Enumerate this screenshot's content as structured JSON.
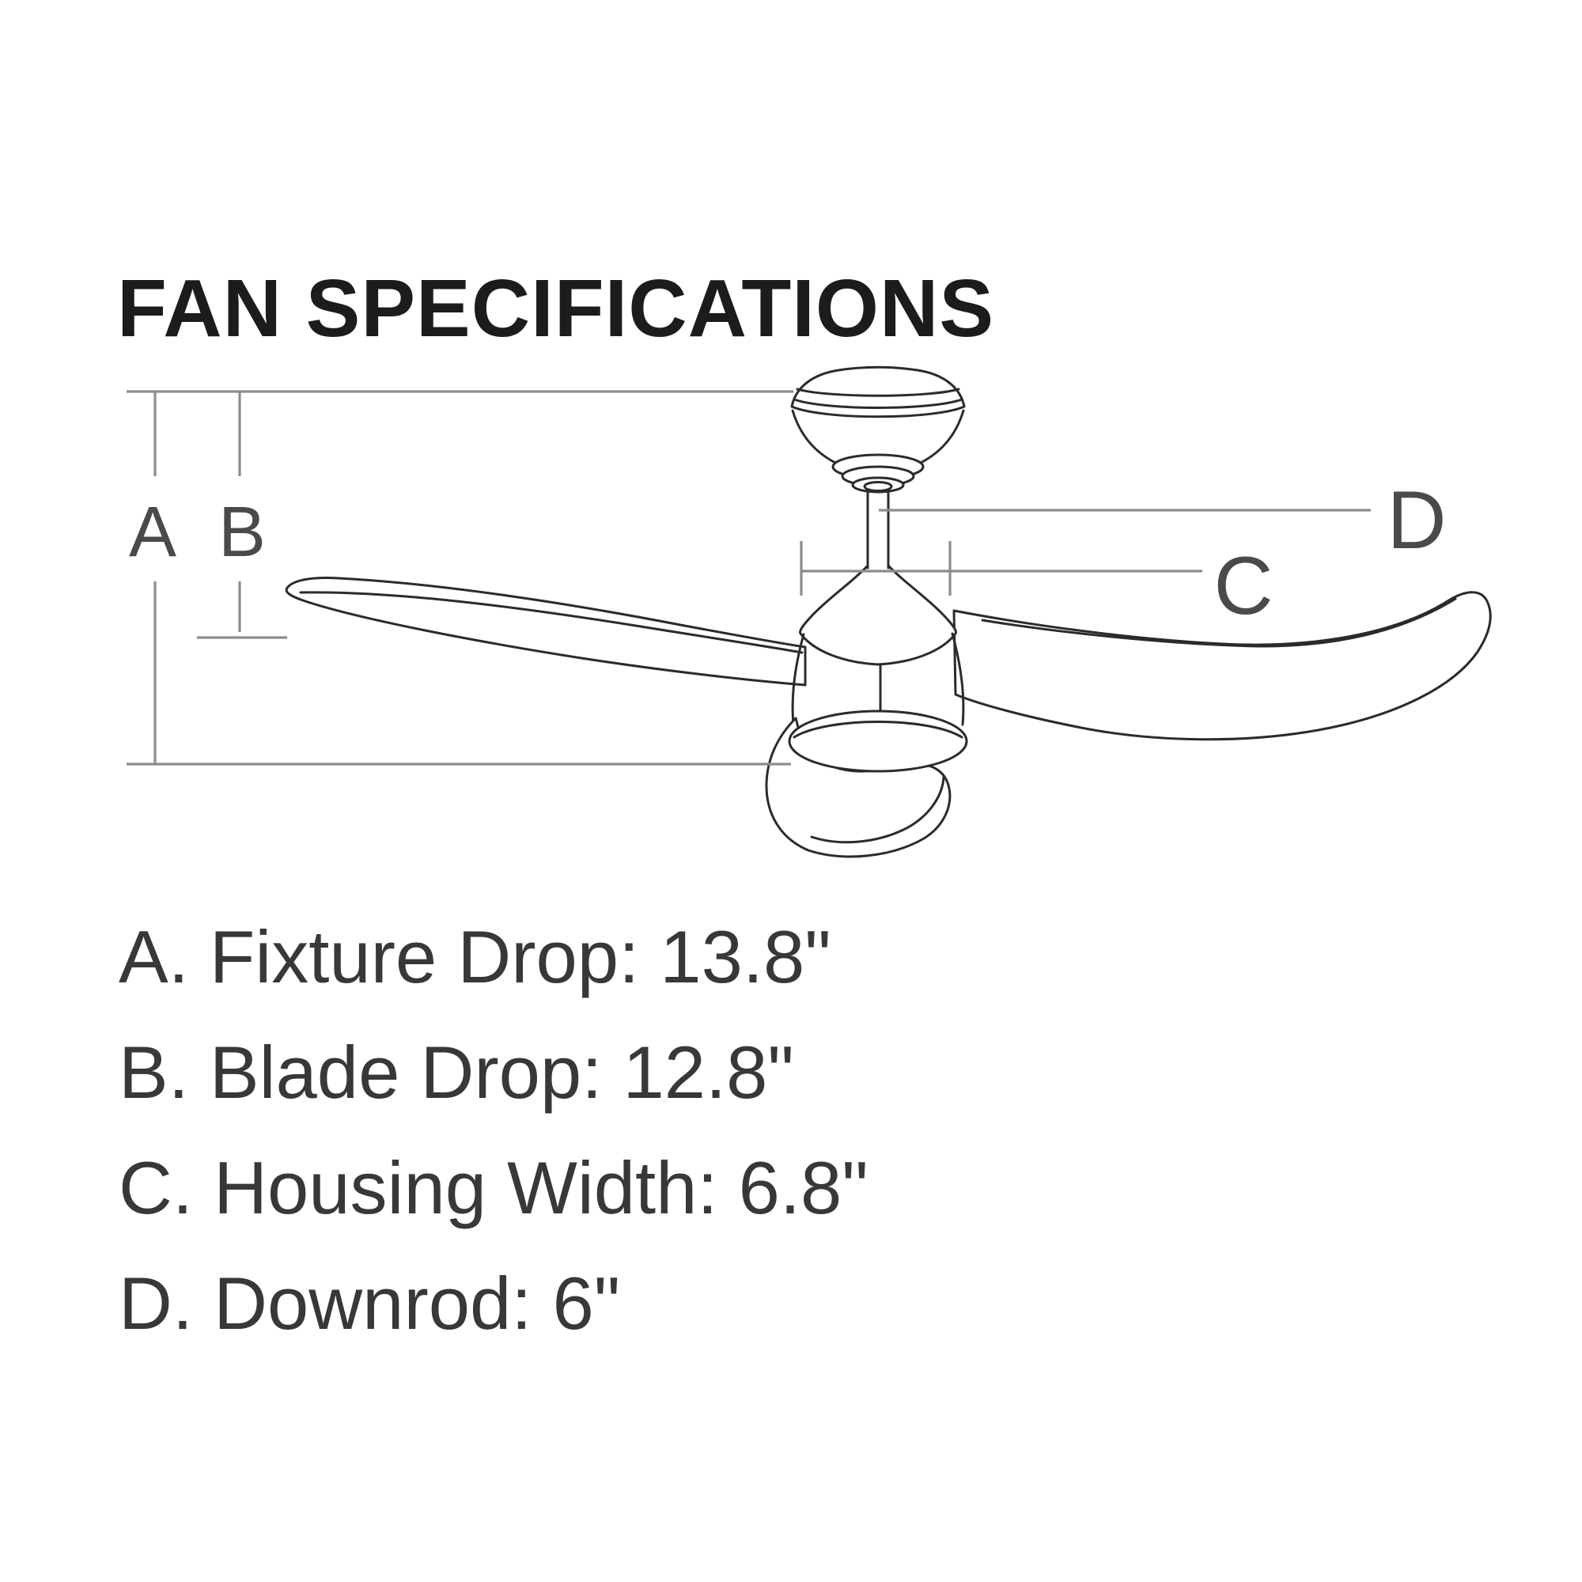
{
  "title": "FAN SPECIFICATIONS",
  "diagram": {
    "labels": {
      "a": "A",
      "b": "B",
      "c": "C",
      "d": "D"
    },
    "dimensions": {
      "a_points_to": "fixture drop (ceiling line to bottom of light kit)",
      "b_points_to": "blade drop (ceiling line to blade level)",
      "c_points_to": "housing width",
      "d_points_to": "downrod"
    }
  },
  "specs": {
    "items": [
      {
        "letter": "A",
        "name": "Fixture Drop",
        "value": "13.8\"",
        "text": "A. Fixture Drop: 13.8\""
      },
      {
        "letter": "B",
        "name": "Blade Drop",
        "value": "12.8\"",
        "text": "B. Blade Drop: 12.8\""
      },
      {
        "letter": "C",
        "name": "Housing Width",
        "value": "6.8\"",
        "text": "C. Housing Width: 6.8\""
      },
      {
        "letter": "D",
        "name": "Downrod",
        "value": "6\"",
        "text": "D. Downrod: 6\""
      }
    ]
  },
  "colors": {
    "dimension_line": "#8c8c8c",
    "drawing_line": "#2b2b2b",
    "label_text": "#4a4a4a",
    "title_text": "#1c1c1c",
    "spec_text": "#383838",
    "page_bg": "#ffffff"
  }
}
